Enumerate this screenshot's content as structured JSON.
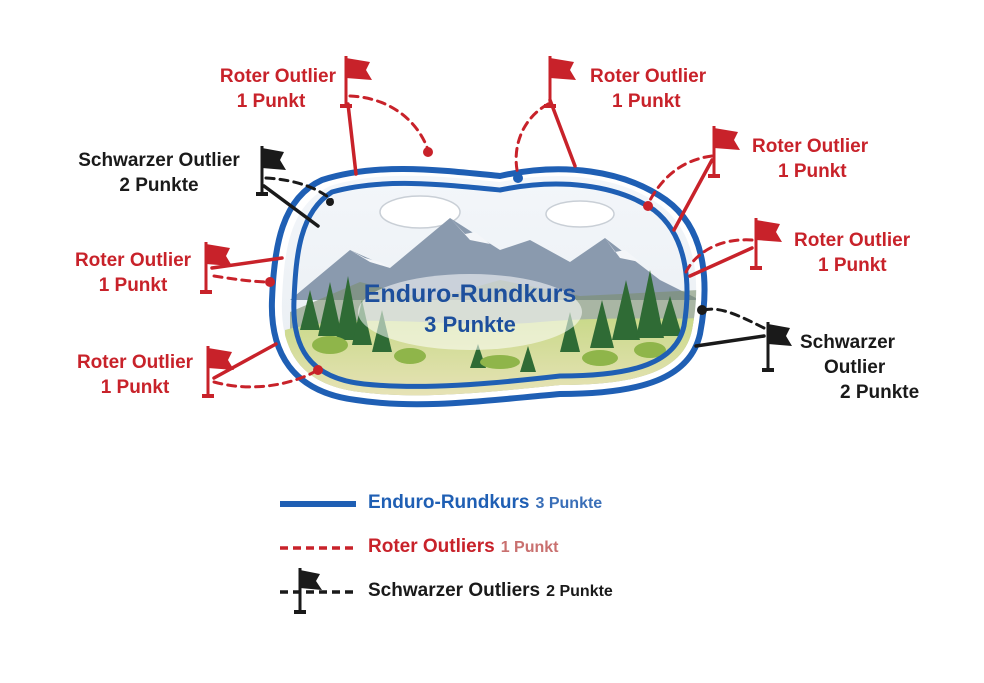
{
  "center": {
    "title": "Enduro-Rundkurs",
    "points": "3 Punkte"
  },
  "outliers": [
    {
      "id": "top-left-red",
      "color": "red",
      "line1": "Roter Outlier",
      "line2": "1 Punkt"
    },
    {
      "id": "top-right-red",
      "color": "red",
      "line1": "Roter Outlier",
      "line2": "1 Punkt"
    },
    {
      "id": "right-red-1",
      "color": "red",
      "line1": "Roter Outlier",
      "line2": "1 Punkt"
    },
    {
      "id": "right-red-2",
      "color": "red",
      "line1": "Roter Outlier",
      "line2": "1 Punkt"
    },
    {
      "id": "left-black",
      "color": "black",
      "line1": "Schwarzer Outlier",
      "line2": "2 Punkte"
    },
    {
      "id": "left-red-1",
      "color": "red",
      "line1": "Roter Outlier",
      "line2": "1 Punkt"
    },
    {
      "id": "left-red-2",
      "color": "red",
      "line1": "Roter Outlier",
      "line2": "1 Punkt"
    },
    {
      "id": "right-black",
      "color": "black",
      "line1": "Schwarzer",
      "line2": "Outlier",
      "line3": "2 Punkte"
    }
  ],
  "legend": [
    {
      "main": "Enduro-Rundkurs",
      "sub": "3 Punkte",
      "style": "solid-blue"
    },
    {
      "main": "Roter Outliers",
      "sub": "1 Punkt",
      "style": "dashed-red"
    },
    {
      "main": "Schwarzer Outliers",
      "sub": "2 Punkte",
      "style": "dashed-black-flag"
    }
  ],
  "colors": {
    "course_blue": "#1f5fb4",
    "red": "#c8222a",
    "black": "#1a1a1a",
    "legend_red_sub": "#c9706f",
    "legend_blue_sub": "#3a6fb8"
  },
  "icons": {
    "red_flag": "red-flag-icon",
    "black_flag": "black-flag-icon"
  }
}
